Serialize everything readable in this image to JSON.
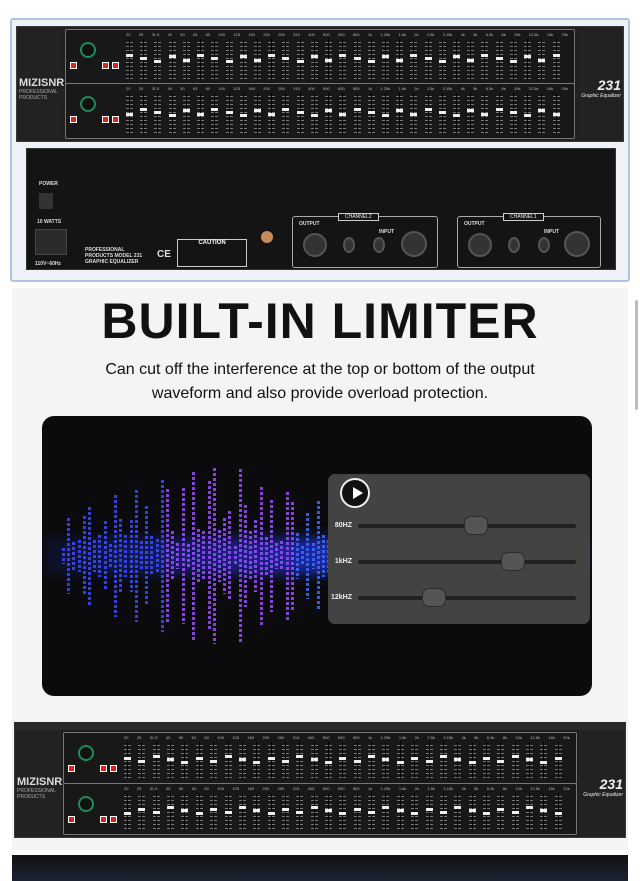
{
  "product": {
    "brand": "MIZISNR",
    "brand_sub": "PROFESSIONAL PRODUCTS",
    "model": "231",
    "model_sub": "Graphic Equalizer",
    "bands": [
      "20",
      "25",
      "31.5",
      "40",
      "50",
      "63",
      "80",
      "100",
      "125",
      "160",
      "200",
      "250",
      "315",
      "400",
      "500",
      "630",
      "800",
      "1k",
      "1.25k",
      "1.6k",
      "2k",
      "2.5k",
      "3.15k",
      "4k",
      "5k",
      "6.3k",
      "8k",
      "10k",
      "12.5k",
      "16k",
      "20k"
    ],
    "rear": {
      "power": "POWER",
      "watts": "10 WATTS",
      "voltage": "110V~60Hz",
      "caution": "CAUTION",
      "ce": "CE",
      "info": "PROFESSIONAL PRODUCTS MODEL 231 GRAPHIC EQUALIZER",
      "channel2": "CHANNEL2",
      "channel1": "CHANNEL1",
      "output": "OUTPUT",
      "input": "INPUT"
    }
  },
  "feature": {
    "title": "BUILT-IN LIMITER",
    "description_line1": "Can cut off the interference at the top or bottom of the output",
    "description_line2": "waveform and also provide overload protection."
  },
  "eq_demo": {
    "sliders": [
      {
        "label": "80HZ",
        "value": 0.54
      },
      {
        "label": "1kHZ",
        "value": 0.71
      },
      {
        "label": "12kHZ",
        "value": 0.35
      }
    ]
  },
  "colors": {
    "accent_blue": "#3a4bff",
    "accent_purple": "#9b4dff",
    "panel_border": "#aac4e6"
  }
}
